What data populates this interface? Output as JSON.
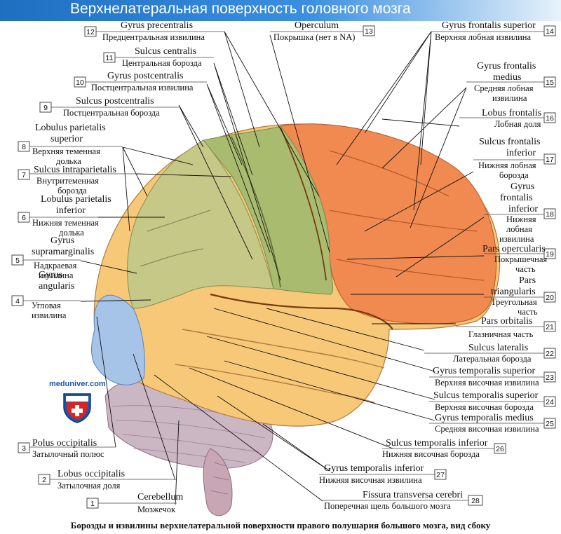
{
  "title": "Верхнелатеральная поверхность головного мозга",
  "caption": "Борозды и извилины верхнелатеральной поверхности правого полушария большого мозга, вид сбоку",
  "watermark": "meduniver.com",
  "colors": {
    "frontal": "#f08a50",
    "parietal": "#c6c887",
    "postcentral": "#a8bb6e",
    "temporal": "#f7c877",
    "occipital": "#a6c4e8",
    "cerebellum": "#cbb6c4",
    "title_bar": "#2b7fd4"
  },
  "labels": [
    {
      "num": "1",
      "latin": "Cerebellum",
      "russian": "Мозжечок"
    },
    {
      "num": "2",
      "latin": "Lobus occipitalis",
      "russian": "Затылочная доля"
    },
    {
      "num": "3",
      "latin": "Polus occipitalis",
      "russian": "Затылочный полюс"
    },
    {
      "num": "4",
      "latin": [
        "Gyrus",
        "angularis"
      ],
      "russian": [
        "Угловая",
        "извилина"
      ]
    },
    {
      "num": "5",
      "latin": [
        "Gyrus",
        "supramarginalis"
      ],
      "russian": [
        "Надкраевая",
        "извилина"
      ]
    },
    {
      "num": "6",
      "latin": [
        "Lobulus parietalis",
        "inferior"
      ],
      "russian": [
        "Нижняя теменная",
        "долька"
      ]
    },
    {
      "num": "7",
      "latin": "Sulcus intraparietalis",
      "russian": [
        "Внутритеменная",
        "борозда"
      ]
    },
    {
      "num": "8",
      "latin": [
        "Lobulus parietalis",
        "superior"
      ],
      "russian": [
        "Верхняя теменная",
        "долька"
      ]
    },
    {
      "num": "9",
      "latin": "Sulcus postcentralis",
      "russian": "Постцентральная борозда"
    },
    {
      "num": "10",
      "latin": "Gyrus postcentralis",
      "russian": "Постцентральная извилина"
    },
    {
      "num": "11",
      "latin": "Sulcus centralis",
      "russian": "Центральная борозда"
    },
    {
      "num": "12",
      "latin": "Gyrus precentralis",
      "russian": "Предцентральная извилина"
    },
    {
      "num": "13",
      "latin": "Operculum",
      "russian": "Покрышка (нет в NA)"
    },
    {
      "num": "14",
      "latin": "Gyrus frontalis superior",
      "russian": "Верхняя лобная извилина"
    },
    {
      "num": "15",
      "latin": [
        "Gyrus frontalis",
        "medius"
      ],
      "russian": [
        "Средняя лобная",
        "извилина"
      ]
    },
    {
      "num": "16",
      "latin": "Lobus frontalis",
      "russian": "Лобная доля"
    },
    {
      "num": "17",
      "latin": [
        "Sulcus frontalis",
        "inferior"
      ],
      "russian": [
        "Нижняя лобная",
        "борозда"
      ]
    },
    {
      "num": "18",
      "latin": [
        "Gyrus",
        "frontalis",
        "inferior"
      ],
      "russian": [
        "Нижняя",
        "лобная",
        "извилина"
      ]
    },
    {
      "num": "19",
      "latin": "Pars opercularis",
      "russian": [
        "Покрышечная",
        "часть"
      ]
    },
    {
      "num": "20",
      "latin": [
        "Pars",
        "triangularis"
      ],
      "russian": [
        "Треугольная",
        "часть"
      ]
    },
    {
      "num": "21",
      "latin": "Pars orbitalis",
      "russian": "Глазничная часть"
    },
    {
      "num": "22",
      "latin": "Sulcus lateralis",
      "russian": "Латеральная борозда"
    },
    {
      "num": "23",
      "latin": "Gyrus temporalis superior",
      "russian": "Верхняя височная извилина"
    },
    {
      "num": "24",
      "latin": "Sulcus temporalis superior",
      "russian": "Верхняя височная борозда"
    },
    {
      "num": "25",
      "latin": "Gyrus temporalis medius",
      "russian": "Средняя височная извилина"
    },
    {
      "num": "26",
      "latin": "Sulcus temporalis inferior",
      "russian": "Нижняя височная борозда"
    },
    {
      "num": "27",
      "latin": "Gyrus temporalis inferior",
      "russian": "Нижняя височная извилина"
    },
    {
      "num": "28",
      "latin": "Fissura transversa cerebri",
      "russian": "Поперечная щель большого мозга"
    }
  ]
}
